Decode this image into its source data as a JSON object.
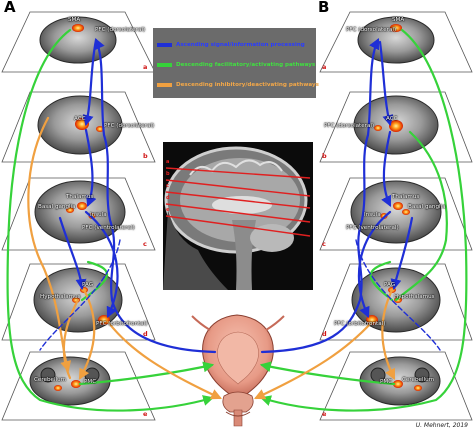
{
  "panels": {
    "left": "A",
    "right": "B"
  },
  "legend": {
    "items": [
      {
        "label": "Ascending signal/information processing",
        "color": "#1f2fd6"
      },
      {
        "label": "Descending facilitatory/activating pathways",
        "color": "#36d23a"
      },
      {
        "label": "Descending inhibitory/deactivating pathways",
        "color": "#f0a040"
      }
    ]
  },
  "levels": {
    "a": "a",
    "b": "b",
    "c": "c",
    "d": "d",
    "e": "e"
  },
  "regions": {
    "sma": "SMA",
    "pfc_dorsolateral": "PFC (dorsolateral)",
    "acc": "ACC",
    "thalamus": "Thalamus",
    "basal_ganglia": "Basal ganglia",
    "insula": "Insula",
    "pfc_ventrolateral": "PFC (ventrolateral)",
    "pag": "PAG",
    "hypothalamus": "Hypothalamus",
    "pfc_orbitofrontal": "PFC (orbitofrontal)",
    "pmc": "PMC",
    "cerebellum": "Cerebellum"
  },
  "credit": "U. Mehnert, 2019",
  "colors": {
    "ascending": "#1f2fd6",
    "facilitatory": "#36d23a",
    "inhibitory": "#f0a040",
    "activation": "#ff9a1a",
    "level_line": "#e02020",
    "legend_bg": "#6b6b6b"
  }
}
